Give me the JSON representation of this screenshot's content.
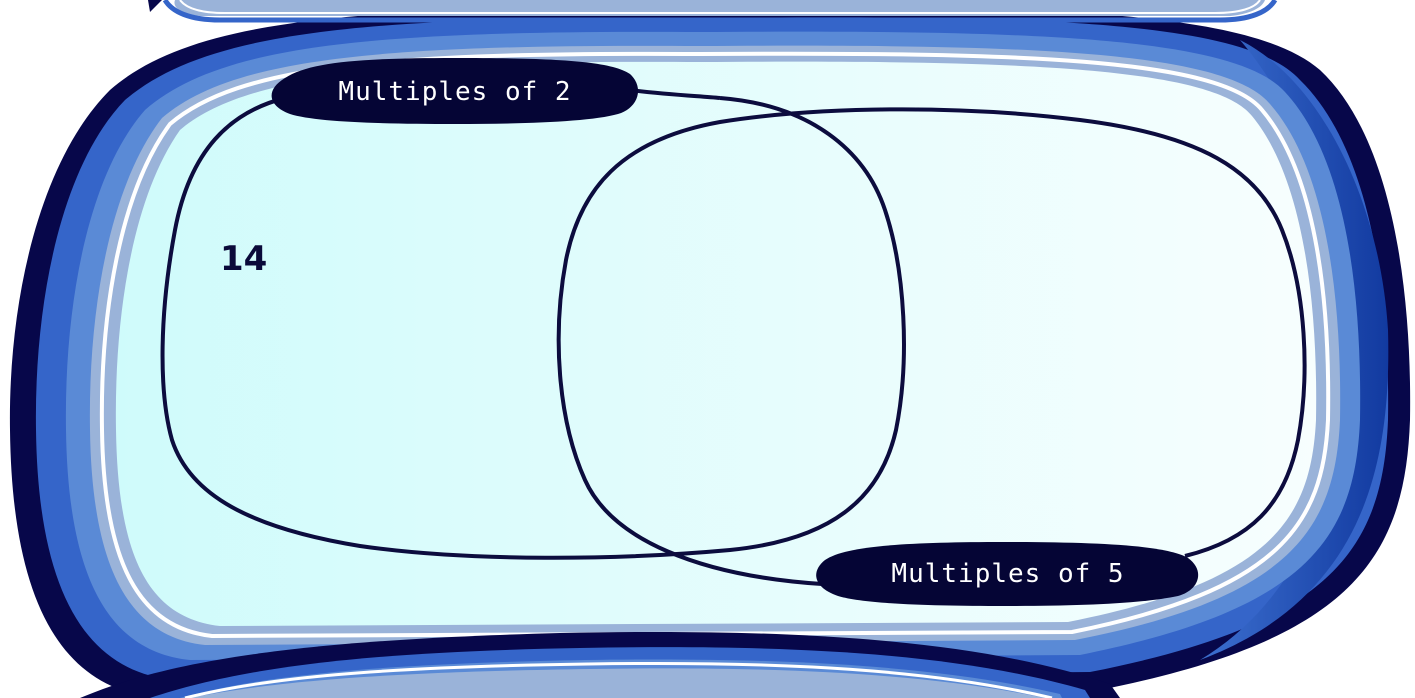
{
  "diagram": {
    "labels": {
      "set_a": "Multiples of 2",
      "set_b": "Multiples of 5"
    },
    "items": {
      "only_a": [
        "14"
      ],
      "both": [],
      "only_b": []
    }
  },
  "colors": {
    "navy": "#07074a",
    "royal": "#3565c9",
    "mid_blue": "#5a8ad6",
    "light_blue": "#9ab3d9",
    "panel": "#d8fbfb",
    "outline": "#0c0c3e",
    "pill": "#050535"
  }
}
